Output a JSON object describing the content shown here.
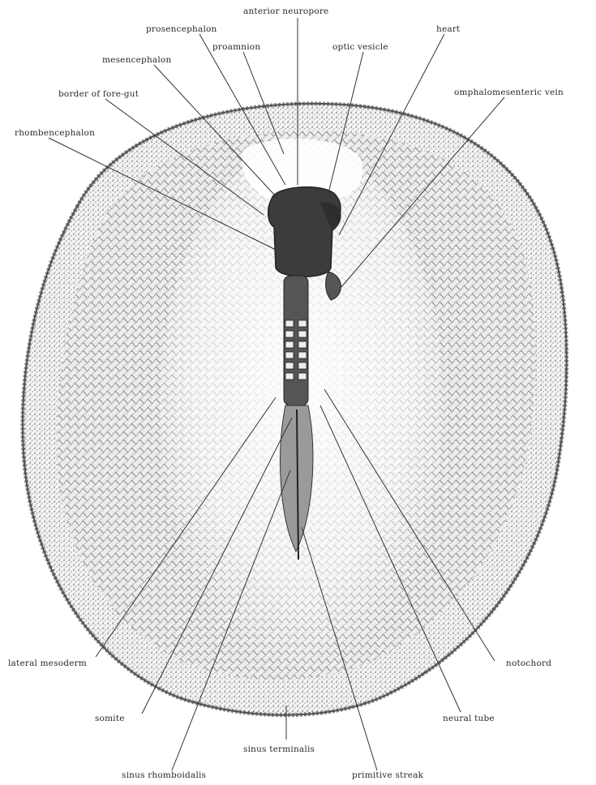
{
  "labels": {
    "anterior_neuropore": "anterior neuropore",
    "prosencephalon": "prosencephalon",
    "proamnion": "proamnion",
    "optic_vesicle": "optic vesicle",
    "heart": "heart",
    "mesencephalon": "mesencephalon",
    "border_of_fore_gut": "border of fore-gut",
    "omphalomesenteric_vein": "omphalomesenteric vein",
    "rhombencephalon": "rhombencephalon",
    "lateral_mesoderm": "lateral mesoderm",
    "notochord": "notochord",
    "somite": "somite",
    "neural_tube": "neural tube",
    "sinus_terminalis": "sinus terminalis",
    "sinus_rhomboidalis": "sinus rhomboidalis",
    "primitive_streak": "primitive streak"
  },
  "colors": {
    "ink": "#2a2a2a",
    "tissue": "#6b6b6b",
    "paper": "#ffffff"
  }
}
